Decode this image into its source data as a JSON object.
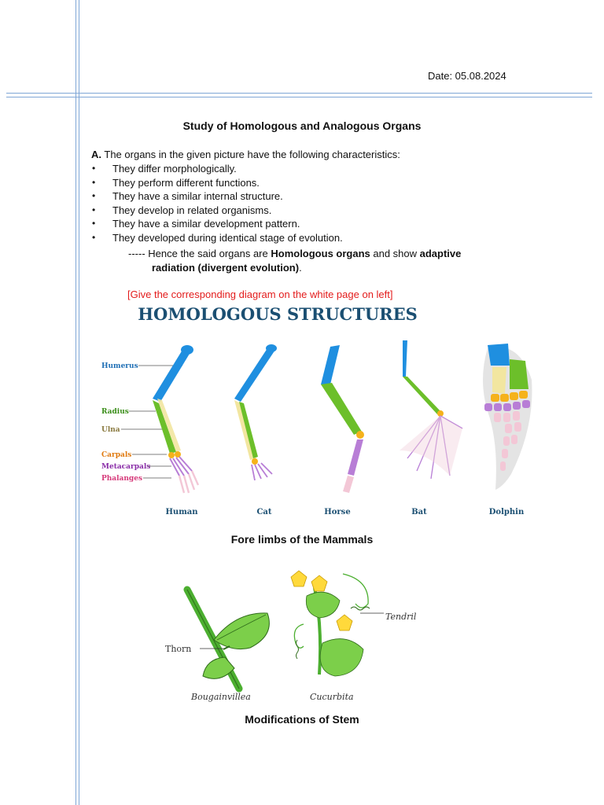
{
  "header": {
    "date": "Date: 05.08.2024"
  },
  "title": "Study of Homologous and Analogous Organs",
  "section_a": {
    "label": "A.",
    "intro": "The organs in the given picture have the following characteristics:",
    "items": [
      "They differ morphologically.",
      "They perform different functions.",
      "They have a similar internal structure.",
      "They develop in related organisms.",
      "They have a similar development pattern.",
      "They developed during identical stage of evolution."
    ],
    "conclusion": {
      "prefix": "----- Hence the said organs are ",
      "term": "Homologous organs",
      "middle": " and show ",
      "term2a": "adaptive",
      "term2b": "radiation (divergent evolution)",
      "suffix": "."
    }
  },
  "instruction": "[Give the corresponding diagram on the white page on left]",
  "figure1": {
    "heading": "HOMOLOGOUS STRUCTURES",
    "bone_labels": [
      "Humerus",
      "Radius",
      "Ulna",
      "Carpals",
      "Metacarpals",
      "Phalanges"
    ],
    "animals": [
      "Human",
      "Cat",
      "Horse",
      "Bat",
      "Dolphin"
    ],
    "colors": {
      "humerus": "#1f8fe0",
      "radius": "#6cbf2a",
      "ulna": "#f2e6a0",
      "carpals": "#f5b21b",
      "metacarpals": "#b87ed6",
      "phalanges": "#f3c7d6",
      "heading": "#1b4f72"
    }
  },
  "caption1": "Fore limbs of the Mammals",
  "figure2": {
    "labels": {
      "thorn": "Thorn",
      "tendril": "Tendril",
      "plant1": "Bougainvillea",
      "plant2": "Cucurbita"
    }
  },
  "caption2": "Modifications of Stem"
}
